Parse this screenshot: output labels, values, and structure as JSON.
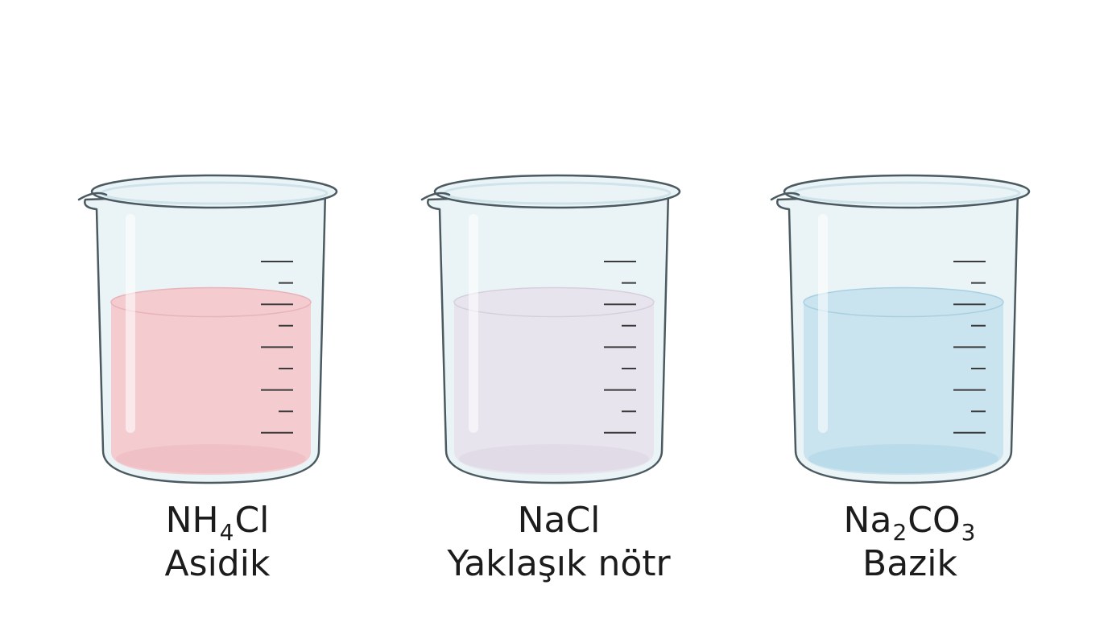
{
  "beakers": [
    {
      "formula": {
        "base": "NH",
        "sub1": "4",
        "mid": "Cl",
        "sub2": "",
        "end": ""
      },
      "description": "Asidik",
      "liquid_color": "#f4ccd0",
      "liquid_edge": "#e8b3ba",
      "fill_level": 0.62
    },
    {
      "formula": {
        "base": "NaCl",
        "sub1": "",
        "mid": "",
        "sub2": "",
        "end": ""
      },
      "description": "Yaklaşık nötr",
      "liquid_color": "#e8e4ee",
      "liquid_edge": "#d6d0de",
      "fill_level": 0.62
    },
    {
      "formula": {
        "base": "Na",
        "sub1": "2",
        "mid": "CO",
        "sub2": "3",
        "end": ""
      },
      "description": "Bazik",
      "liquid_color": "#c9e3ef",
      "liquid_edge": "#a9d0e2",
      "fill_level": 0.62
    }
  ],
  "colors": {
    "glass_fill": "#eaf4f7",
    "glass_outline": "#4a5a60",
    "glass_inner": "#cfe3ea",
    "graduation": "#3a3a3a",
    "text": "#1c1c1c"
  }
}
